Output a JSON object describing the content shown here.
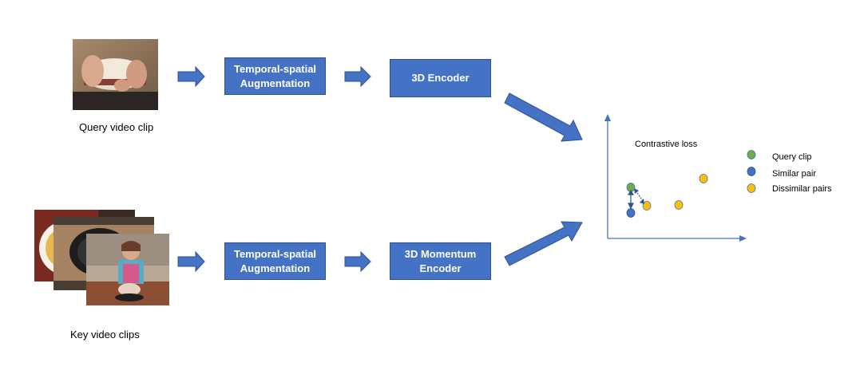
{
  "top_row": {
    "caption": "Query video clip",
    "augmentation_label": "Temporal-spatial\nAugmentation",
    "encoder_label": "3D Encoder"
  },
  "bottom_row": {
    "caption": "Key video clips",
    "augmentation_label": "Temporal-spatial\nAugmentation",
    "encoder_label": "3D Momentum\nEncoder"
  },
  "plot": {
    "title": "Contrastive loss",
    "legend": [
      {
        "label": "Query clip",
        "color": "#70ad47"
      },
      {
        "label": "Similar pair",
        "color": "#4472c4"
      },
      {
        "label": "Dissimilar pairs",
        "color": "#ffc000"
      }
    ]
  },
  "colors": {
    "box_fill": "#4472c4",
    "arrow_fill": "#4472c4",
    "axis": "#4472c4"
  }
}
